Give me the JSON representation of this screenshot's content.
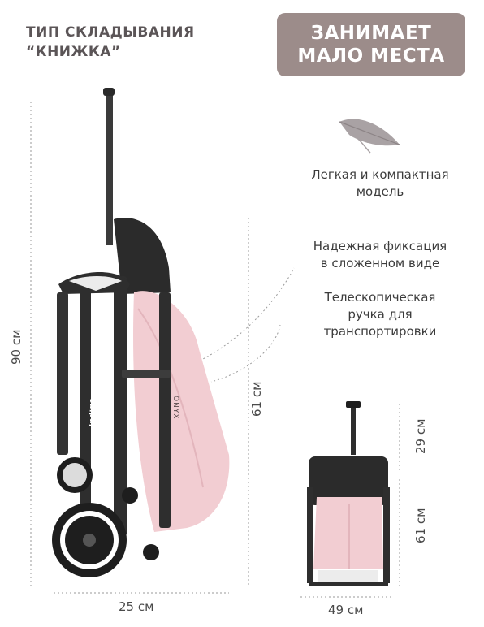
{
  "fold_type": {
    "line1": "ТИП СКЛАДЫВАНИЯ",
    "line2": "“КНИЖКА”"
  },
  "badge": {
    "line1": "ЗАНИМАЕТ",
    "line2": "МАЛО МЕСТА"
  },
  "features": [
    {
      "icon": "feather-icon",
      "line1": "Легкая и компактная",
      "line2": "модель"
    },
    {
      "line1": "Надежная фиксация",
      "line2": "в сложенном виде"
    },
    {
      "line1": "Телескопическая",
      "line2": "ручка для",
      "line3": "транспортировки"
    }
  ],
  "dimensions": {
    "total_height": "90 см",
    "folded_height": "61 см",
    "folded_width": "25 см",
    "handle_height": "29 см",
    "body_height": "61 см",
    "compact_width": "49 см"
  },
  "stroller": {
    "brand": "Indigo",
    "model": "ONYX"
  },
  "colors": {
    "badge_bg": "#9c8c8a",
    "fabric_pink": "#f2cdd2",
    "frame_dark": "#2e2e2e",
    "guide_line": "#9a9a9a"
  }
}
